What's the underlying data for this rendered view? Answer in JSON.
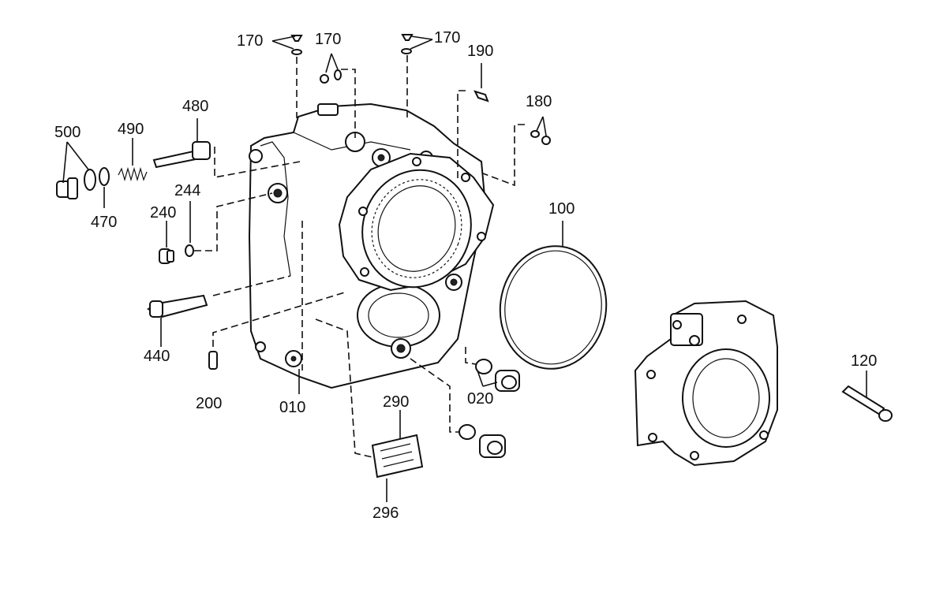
{
  "callouts": {
    "c170a": "170",
    "c170b": "170",
    "c170c": "170",
    "c190": "190",
    "c180": "180",
    "c500": "500",
    "c490": "490",
    "c480": "480",
    "c244": "244",
    "c240": "240",
    "c470": "470",
    "c100": "100",
    "c440": "440",
    "c120": "120",
    "c200": "200",
    "c010": "010",
    "c020": "020",
    "c290": "290",
    "c296": "296"
  }
}
